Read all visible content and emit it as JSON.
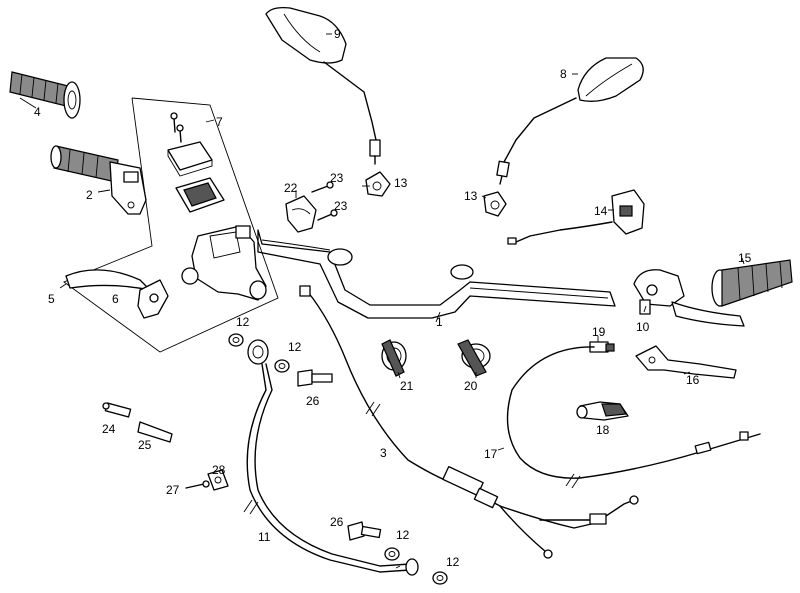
{
  "callouts": [
    "1",
    "2",
    "3",
    "4",
    "5",
    "6",
    "7",
    "8",
    "9",
    "10",
    "11",
    "12",
    "12",
    "12",
    "12",
    "13",
    "13",
    "14",
    "15",
    "16",
    "17",
    "18",
    "19",
    "20",
    "21",
    "22",
    "23",
    "23",
    "24",
    "25",
    "26",
    "26",
    "27",
    "28"
  ]
}
